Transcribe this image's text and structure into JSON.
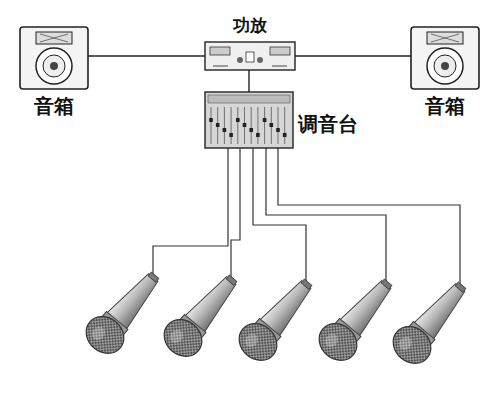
{
  "diagram": {
    "nodes": [
      {
        "text": [
          "功放"
        ]
      },
      {
        "text": [
          "音箱"
        ]
      },
      {
        "text": [
          "音箱"
        ]
      },
      {
        "text": [
          "调音台"
        ]
      }
    ],
    "edges": [
      {
        "from": 1,
        "to": 0,
        "arrow": "none"
      },
      {
        "from": 0,
        "to": 2,
        "arrow": "none"
      },
      {
        "from": 0,
        "to": 3,
        "arrow": "none"
      }
    ]
  }
}
